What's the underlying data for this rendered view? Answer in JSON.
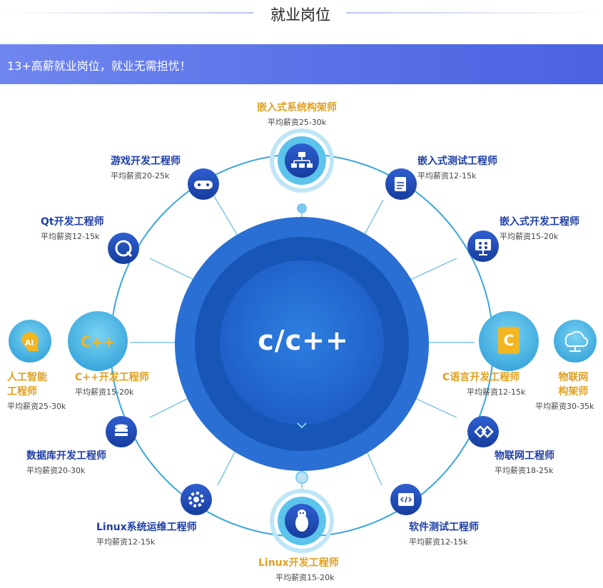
{
  "header": {
    "title": "就业岗位"
  },
  "banner": {
    "text": "13+高薪就业岗位，就业无需担忧！"
  },
  "center": {
    "label": "c/c++"
  },
  "jobs": [
    {
      "title": "嵌入式系统构架师",
      "salary": "平均薪资25-30k",
      "icon": "sitemap-icon"
    },
    {
      "title": "嵌入式测试工程师",
      "salary": "平均薪资12-15k",
      "icon": "document-test-icon"
    },
    {
      "title": "嵌入式开发工程师",
      "salary": "平均薪资15-20k",
      "icon": "chip-screen-icon"
    },
    {
      "title": "C语言开发工程师",
      "salary": "平均薪资12-15k",
      "icon": "c-letter-icon"
    },
    {
      "title": "物联网构架师",
      "title_line1": "物联网",
      "title_line2": "构架师",
      "salary": "平均薪资30-35k",
      "icon": "cloud-network-icon"
    },
    {
      "title": "物联网工程师",
      "salary": "平均薪资18-25k",
      "icon": "link-icon"
    },
    {
      "title": "软件测试工程师",
      "salary": "平均薪资12-15k",
      "icon": "code-icon"
    },
    {
      "title": "Linux开发工程师",
      "salary": "平均薪资15-20k",
      "icon": "penguin-icon"
    },
    {
      "title": "Linux系统运维工程师",
      "salary": "平均薪资12-15k",
      "icon": "gear-icon"
    },
    {
      "title": "数据库开发工程师",
      "salary": "平均薪资20-30k",
      "icon": "database-icon"
    },
    {
      "title": "C++开发工程师",
      "salary": "平均薪资15-20k",
      "icon": "cpp-icon"
    },
    {
      "title": "人工智能工程师",
      "title_line1": "人工智能",
      "title_line2": "工程师",
      "salary": "平均薪资25-30k",
      "icon": "ai-icon"
    },
    {
      "title": "Qt开发工程师",
      "salary": "平均薪资12-15k",
      "icon": "qt-icon"
    },
    {
      "title": "游戏开发工程师",
      "salary": "平均薪资20-25k",
      "icon": "gamepad-icon"
    }
  ],
  "colors": {
    "primary": "#1f3fa6",
    "accent_orange": "#e0a020",
    "ring_blue": "#2c8fd6",
    "banner": "#5a73e8"
  }
}
